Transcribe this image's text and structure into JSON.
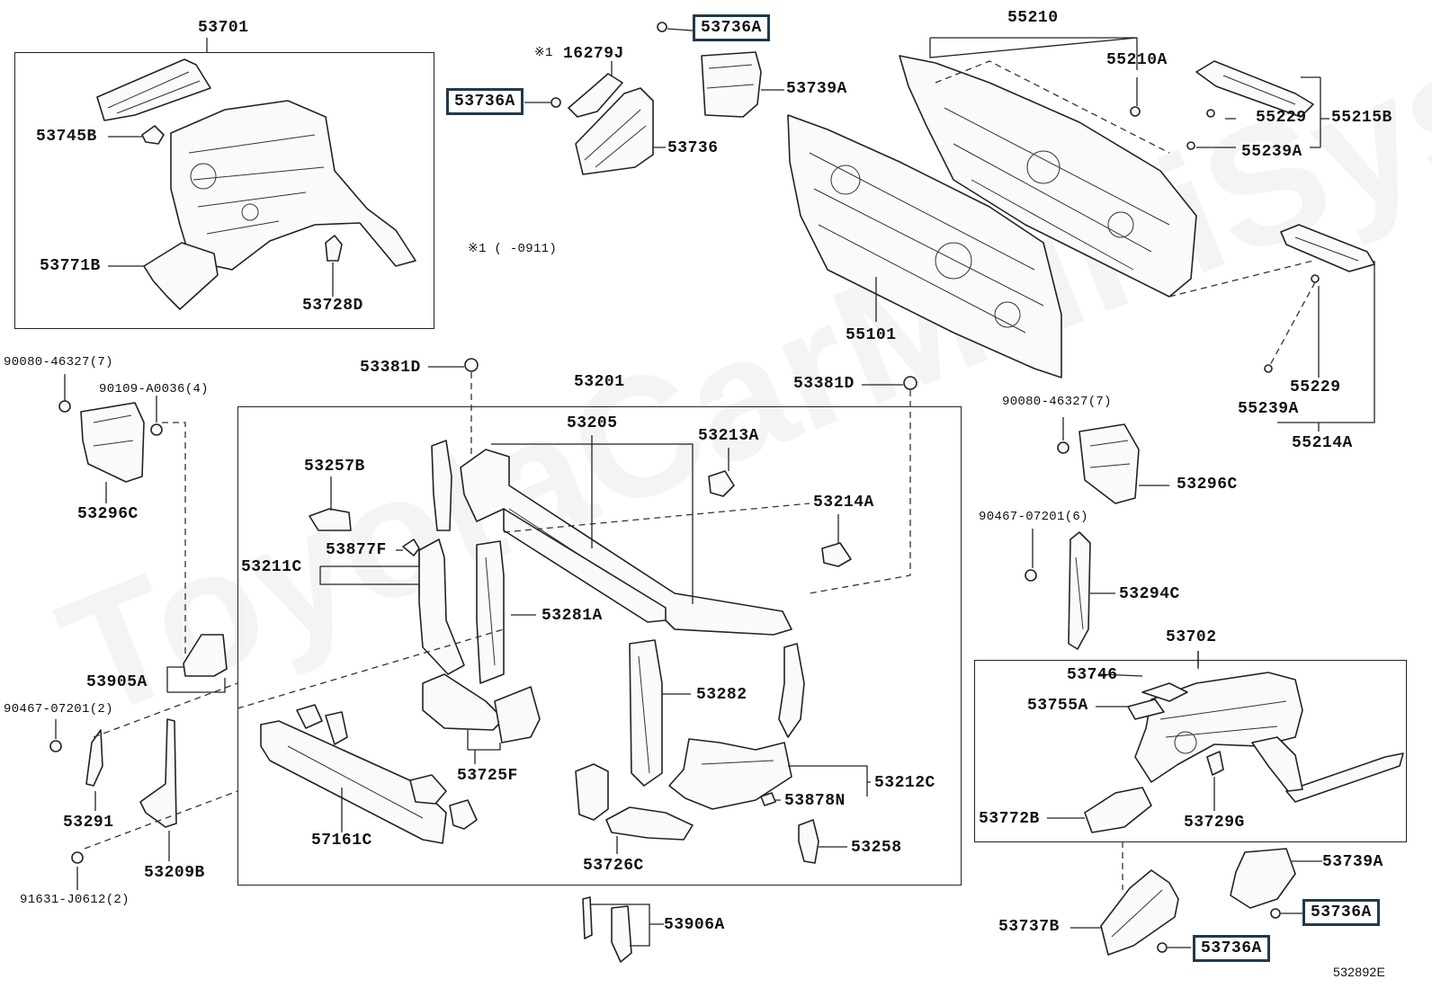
{
  "watermark": "ToyotaCarMultiSystems.ru",
  "footnote_mark": "※1",
  "footnote_range": "※1 (     -0911)",
  "diagram_code": "532892E",
  "labels": {
    "p53701": "53701",
    "p53745B": "53745B",
    "p53771B": "53771B",
    "p53728D": "53728D",
    "p16279J": "16279J",
    "p53736A_top": "53736A",
    "p53736A_left": "53736A",
    "p53739A_top": "53739A",
    "p53736": "53736",
    "p55210": "55210",
    "p55210A": "55210A",
    "p55229_top": "55229",
    "p55215B": "55215B",
    "p55239A_top": "55239A",
    "p55101": "55101",
    "p55229_bot": "55229",
    "p55239A_bot": "55239A",
    "p55214A": "55214A",
    "p90080_left": "90080-46327(7)",
    "p90109": "90109-A0036(4)",
    "p53296C_left": "53296C",
    "p53381D_left": "53381D",
    "p53201": "53201",
    "p53381D_right": "53381D",
    "p53205": "53205",
    "p53213A": "53213A",
    "p53257B": "53257B",
    "p53214A": "53214A",
    "p53877F": "53877F",
    "p53211C": "53211C",
    "p53281A": "53281A",
    "p53282": "53282",
    "p53725F": "53725F",
    "p53212C": "53212C",
    "p53878N": "53878N",
    "p53258": "53258",
    "p57161C": "57161C",
    "p53726C": "53726C",
    "p53905A": "53905A",
    "p90467_left": "90467-07201(2)",
    "p53291": "53291",
    "p53209B": "53209B",
    "p91631": "91631-J0612(2)",
    "p53906A": "53906A",
    "p90080_right": "90080-46327(7)",
    "p53296C_right": "53296C",
    "p90467_right": "90467-07201(6)",
    "p53294C": "53294C",
    "p53702": "53702",
    "p53746": "53746",
    "p53755A": "53755A",
    "p53772B": "53772B",
    "p53729G": "53729G",
    "p53739A_bot": "53739A",
    "p53736A_br1": "53736A",
    "p53737B": "53737B",
    "p53736A_br2": "53736A"
  }
}
